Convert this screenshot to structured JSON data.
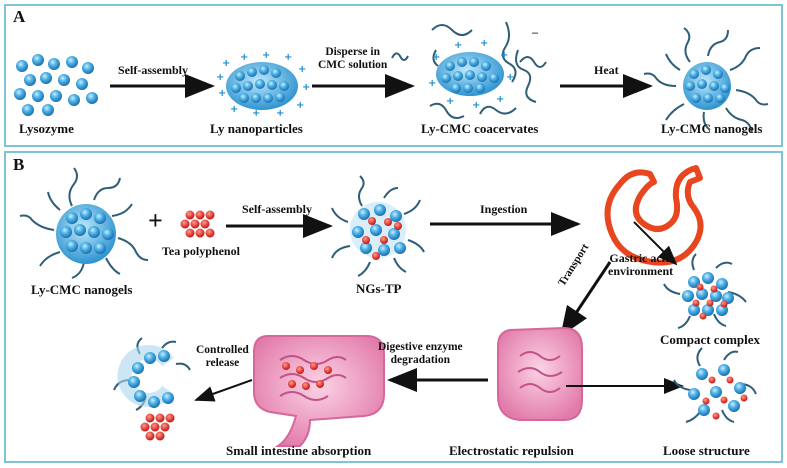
{
  "panel_a": {
    "letter": "A",
    "lysozyme": "Lysozyme",
    "self_assembly": "Self-assembly",
    "ly_nanoparticles": "Ly nanoparticles",
    "disperse_line1": "Disperse in",
    "disperse_line2": "CMC solution",
    "coacervates": "Ly-CMC coacervates",
    "heat": "Heat",
    "nanogels": "Ly-CMC nanogels"
  },
  "panel_b": {
    "letter": "B",
    "nanogels": "Ly-CMC nanogels",
    "plus": "+",
    "tea_polyphenol": "Tea polyphenol",
    "self_assembly": "Self-assembly",
    "ngs_tp": "NGs-TP",
    "ingestion": "Ingestion",
    "transport": "Transport",
    "gastric_line1": "Gastric acid",
    "gastric_line2": "environment",
    "compact_complex": "Compact complex",
    "digestive_line1": "Digestive enzyme",
    "digestive_line2": "degradation",
    "controlled_line1": "Controlled",
    "controlled_line2": "release",
    "small_intestine": "Small intestine absorption",
    "electrostatic": "Electrostatic repulsion",
    "loose": "Loose structure"
  },
  "colors": {
    "border": "#7ec3d6",
    "sphere": "#3aa4dc",
    "chain": "#2f5f78",
    "polyphenol": "#e0201e",
    "stomach": "#e8461e",
    "intestine": "#eea0c4"
  }
}
